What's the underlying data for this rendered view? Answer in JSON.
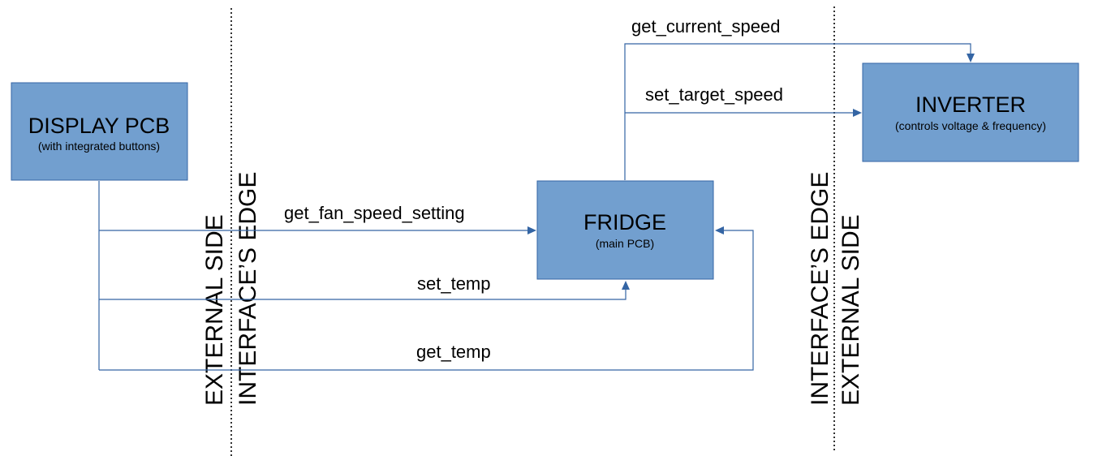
{
  "blocks": {
    "display": {
      "title": "DISPLAY PCB",
      "subtitle": "(with integrated buttons)"
    },
    "fridge": {
      "title": "FRIDGE",
      "subtitle": "(main PCB)"
    },
    "inverter": {
      "title": "INVERTER",
      "subtitle": "(controls voltage & frequency)"
    }
  },
  "signals": {
    "get_current_speed": "get_current_speed",
    "set_target_speed": "set_target_speed",
    "get_fan_speed_setting": "get_fan_speed_setting",
    "set_temp": "set_temp",
    "get_temp": "get_temp"
  },
  "boundaries": {
    "left_external": "EXTERNAL SIDE",
    "left_interface": "INTERFACE’S EDGE",
    "right_interface": "INTERFACE’S EDGE",
    "right_external": "EXTERNAL SIDE"
  },
  "colors": {
    "block_fill": "#729fcf",
    "block_stroke": "#3465a4",
    "connector": "#3465a4"
  }
}
